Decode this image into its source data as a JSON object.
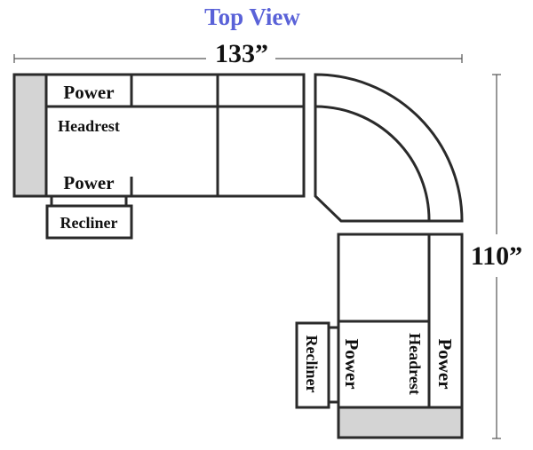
{
  "title": "Top View",
  "width_dimension": "133”",
  "depth_dimension": "110”",
  "left_section": {
    "power_top": "Power",
    "headrest": "Headrest",
    "power_bottom": "Power",
    "recliner": "Recliner"
  },
  "right_section": {
    "recliner": "Recliner",
    "power_left": "Power",
    "headrest": "Headrest",
    "power_right": "Power"
  },
  "colors": {
    "title": "#5a62d8",
    "outline": "#2a2a2a",
    "arm_shade": "#d4d4d4"
  }
}
